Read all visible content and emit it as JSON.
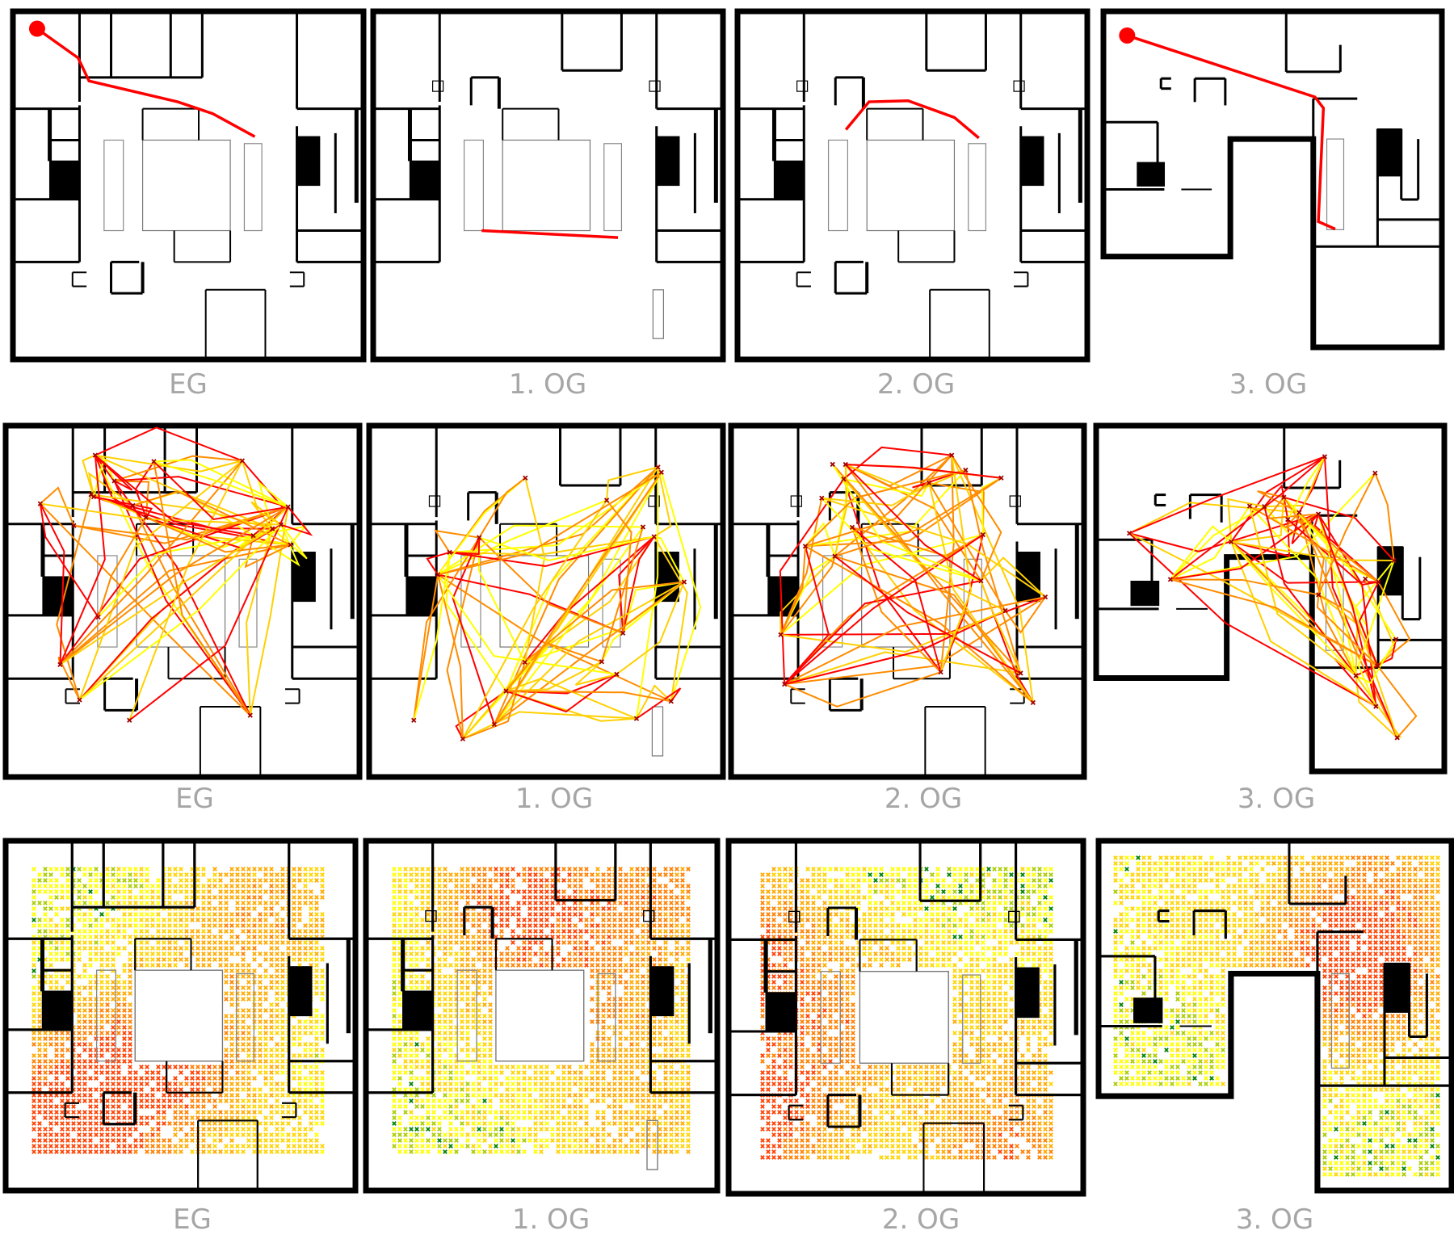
{
  "rows": [
    {
      "name": "single-route",
      "labels": [
        "EG",
        "1. OG",
        "2. OG",
        "3. OG"
      ]
    },
    {
      "name": "route-network",
      "labels": [
        "EG",
        "1. OG",
        "2. OG",
        "3. OG"
      ]
    },
    {
      "name": "heatmap",
      "labels": [
        "EG",
        "1. OG",
        "2. OG",
        "3. OG"
      ]
    }
  ],
  "colors": {
    "wall": "#000000",
    "route": "#ff0000",
    "network": [
      "#ff0000",
      "#ff8c00",
      "#ffd000",
      "#ffff00"
    ],
    "heat": [
      "#ffff00",
      "#ffd400",
      "#ffaa00",
      "#ff8000",
      "#ff4000",
      "#aacc00",
      "#008000"
    ],
    "label": "#a6a6a6"
  }
}
